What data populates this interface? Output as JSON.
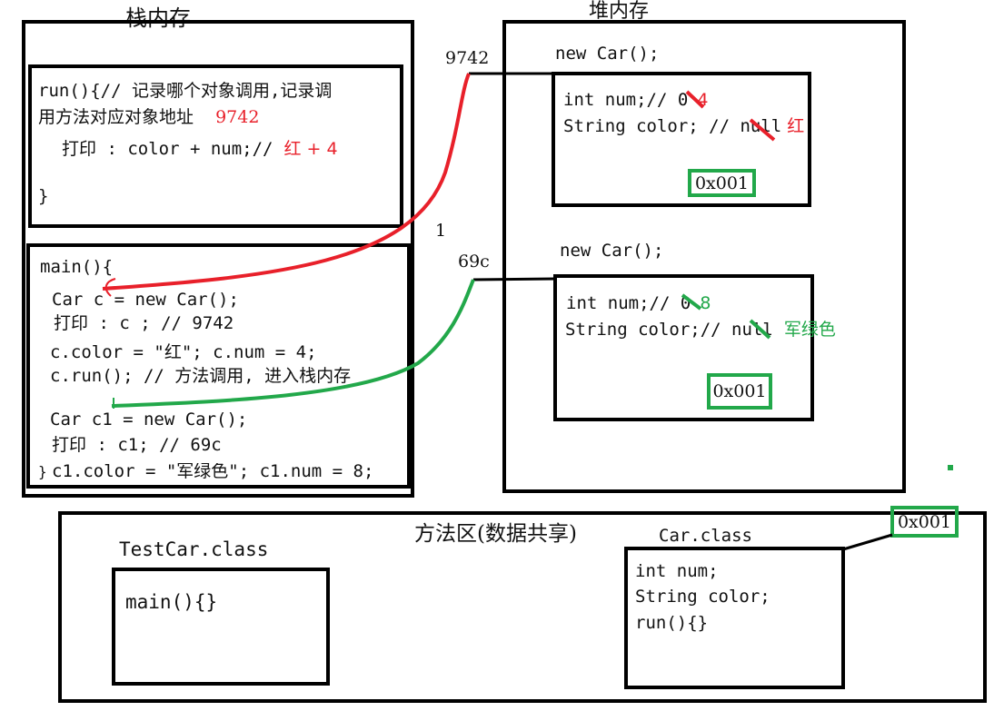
{
  "stack": {
    "title": "栈内存",
    "run_frame": {
      "line1": "run(){// 记录哪个对象调用,记录调",
      "line2_prefix": "用方法对应对象地址",
      "line2_addr": "9742",
      "line3_prefix": "打印 : color + num;//",
      "line3_value": "红 + 4",
      "close": "}"
    },
    "main_frame": {
      "open": "main(){",
      "l1": "Car c = new Car();",
      "l2": "打印 : c ; // 9742",
      "l3": "c.color = \"红\"; c.num = 4;",
      "l4": "c.run(); // 方法调用, 进入栈内存",
      "l5": "Car c1 = new Car();",
      "l6": "打印 : c1; // 69c",
      "l7": "c1.color = \"军绿色\";  c1.num = 8;",
      "close": "}"
    }
  },
  "heap": {
    "title": "堆内存",
    "obj1": {
      "label": "new Car();",
      "ref": "9742",
      "field1": "int num;// 0",
      "field1_new": "4",
      "field2": "String color; // null",
      "field2_new": "红",
      "method_addr": "0x001"
    },
    "obj2": {
      "label": "new Car();",
      "ref": "69c",
      "field1": "int num;// 0",
      "field1_new": "8",
      "field2": "String color;// null",
      "field2_new": "军绿色",
      "method_addr": "0x001"
    },
    "stray_mark": "1"
  },
  "method_area": {
    "title": "方法区(数据共享)",
    "test_class": {
      "name": "TestCar.class",
      "body": "main(){}"
    },
    "car_class": {
      "name": "Car.class",
      "addr": "0x001",
      "f1": "int num;",
      "f2": "String color;",
      "f3": "run(){}"
    }
  },
  "colors": {
    "red": "#e8202a",
    "green": "#22a84a",
    "black": "#000000"
  }
}
